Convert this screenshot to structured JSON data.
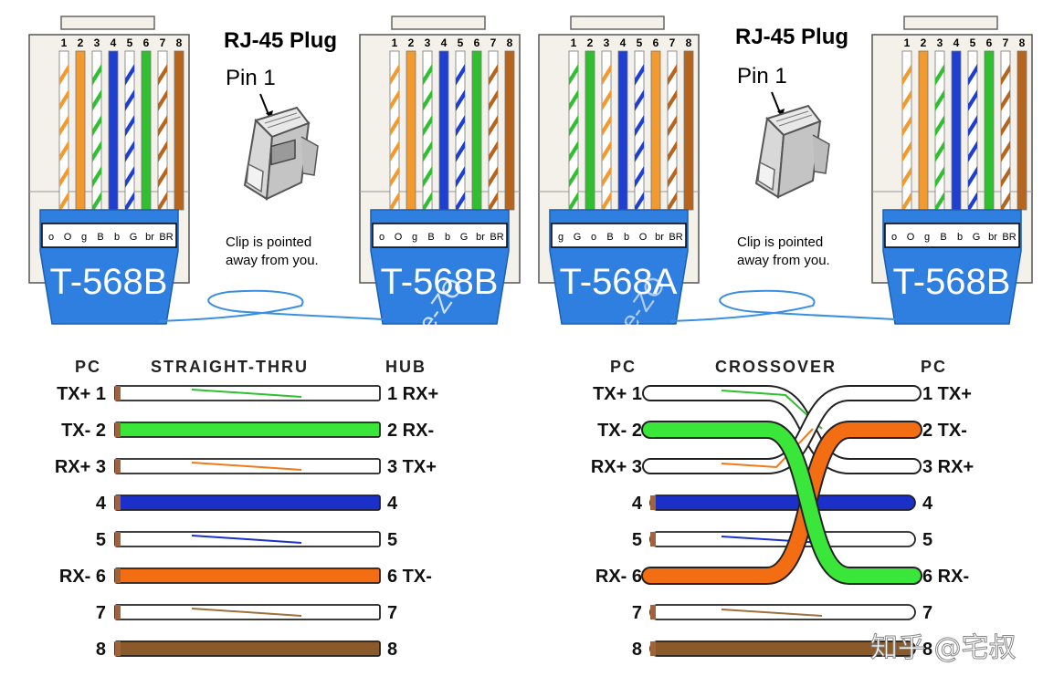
{
  "connectors": [
    {
      "standard": "T-568B",
      "pins": [
        "1",
        "2",
        "3",
        "4",
        "5",
        "6",
        "7",
        "8"
      ],
      "codes": [
        "o",
        "O",
        "g",
        "B",
        "b",
        "G",
        "br",
        "BR"
      ],
      "wires": [
        [
          "#ffffff",
          "#f29a2e"
        ],
        [
          "#f29a2e",
          "#f29a2e"
        ],
        [
          "#ffffff",
          "#2fbf2f"
        ],
        [
          "#1f3fd1",
          "#1f3fd1"
        ],
        [
          "#ffffff",
          "#1f3fd1"
        ],
        [
          "#2fbf2f",
          "#2fbf2f"
        ],
        [
          "#ffffff",
          "#b5651d"
        ],
        [
          "#b5651d",
          "#b5651d"
        ]
      ]
    },
    {
      "standard": "T-568B",
      "pins": [
        "1",
        "2",
        "3",
        "4",
        "5",
        "6",
        "7",
        "8"
      ],
      "codes": [
        "o",
        "O",
        "g",
        "B",
        "b",
        "G",
        "br",
        "BR"
      ],
      "wires": [
        [
          "#ffffff",
          "#f29a2e"
        ],
        [
          "#f29a2e",
          "#f29a2e"
        ],
        [
          "#ffffff",
          "#2fbf2f"
        ],
        [
          "#1f3fd1",
          "#1f3fd1"
        ],
        [
          "#ffffff",
          "#1f3fd1"
        ],
        [
          "#2fbf2f",
          "#2fbf2f"
        ],
        [
          "#ffffff",
          "#b5651d"
        ],
        [
          "#b5651d",
          "#b5651d"
        ]
      ]
    },
    {
      "standard": "T-568A",
      "pins": [
        "1",
        "2",
        "3",
        "4",
        "5",
        "6",
        "7",
        "8"
      ],
      "codes": [
        "g",
        "G",
        "o",
        "B",
        "b",
        "O",
        "br",
        "BR"
      ],
      "wires": [
        [
          "#ffffff",
          "#2fbf2f"
        ],
        [
          "#2fbf2f",
          "#2fbf2f"
        ],
        [
          "#ffffff",
          "#f29a2e"
        ],
        [
          "#1f3fd1",
          "#1f3fd1"
        ],
        [
          "#ffffff",
          "#1f3fd1"
        ],
        [
          "#f29a2e",
          "#f29a2e"
        ],
        [
          "#ffffff",
          "#b5651d"
        ],
        [
          "#b5651d",
          "#b5651d"
        ]
      ]
    },
    {
      "standard": "T-568B",
      "pins": [
        "1",
        "2",
        "3",
        "4",
        "5",
        "6",
        "7",
        "8"
      ],
      "codes": [
        "o",
        "O",
        "g",
        "B",
        "b",
        "G",
        "br",
        "BR"
      ],
      "wires": [
        [
          "#ffffff",
          "#f29a2e"
        ],
        [
          "#f29a2e",
          "#f29a2e"
        ],
        [
          "#ffffff",
          "#2fbf2f"
        ],
        [
          "#1f3fd1",
          "#1f3fd1"
        ],
        [
          "#ffffff",
          "#1f3fd1"
        ],
        [
          "#2fbf2f",
          "#2fbf2f"
        ],
        [
          "#ffffff",
          "#b5651d"
        ],
        [
          "#b5651d",
          "#b5651d"
        ]
      ]
    }
  ],
  "plugs": [
    {
      "title": "RJ-45 Plug",
      "pin_label": "Pin 1",
      "clip_line1": "Clip is pointed",
      "clip_line2": "away from you."
    },
    {
      "title": "RJ-45 Plug",
      "pin_label": "Pin 1",
      "clip_line1": "Clip is pointed",
      "clip_line2": "away from you."
    }
  ],
  "straight": {
    "left_header": "PC",
    "title": "STRAIGHT-THRU",
    "right_header": "HUB",
    "rows": [
      {
        "left": "TX+ 1",
        "right": "1 RX+",
        "base": "#ffffff",
        "stripe": "#2fbf2f"
      },
      {
        "left": "TX- 2",
        "right": "2 RX-",
        "base": "#39e639",
        "stripe": ""
      },
      {
        "left": "RX+ 3",
        "right": "3 TX+",
        "base": "#ffffff",
        "stripe": "#f07a1a"
      },
      {
        "left": "4",
        "right": "4",
        "base": "#1b2fc9",
        "stripe": ""
      },
      {
        "left": "5",
        "right": "5",
        "base": "#ffffff",
        "stripe": "#1b2fc9"
      },
      {
        "left": "RX- 6",
        "right": "6 TX-",
        "base": "#f36d12",
        "stripe": ""
      },
      {
        "left": "7",
        "right": "7",
        "base": "#ffffff",
        "stripe": "#a0703c"
      },
      {
        "left": "8",
        "right": "8",
        "base": "#8b5a2b",
        "stripe": ""
      }
    ]
  },
  "crossover": {
    "left_header": "PC",
    "title": "CROSSOVER",
    "right_header": "PC",
    "left_labels": [
      "TX+ 1",
      "TX- 2",
      "RX+ 3",
      "4",
      "5",
      "RX- 6",
      "7",
      "8"
    ],
    "right_labels": [
      "1 TX+",
      "2 TX-",
      "3 RX+",
      "4",
      "5",
      "6 RX-",
      "7",
      "8"
    ]
  },
  "watermarks": {
    "center": "e-ZO",
    "corner": "知乎 @宅叔"
  },
  "colors": {
    "jack_blue": "#2f7fe0",
    "connector_bg": "#f4f1ea",
    "cable": "#3a8fe0"
  }
}
